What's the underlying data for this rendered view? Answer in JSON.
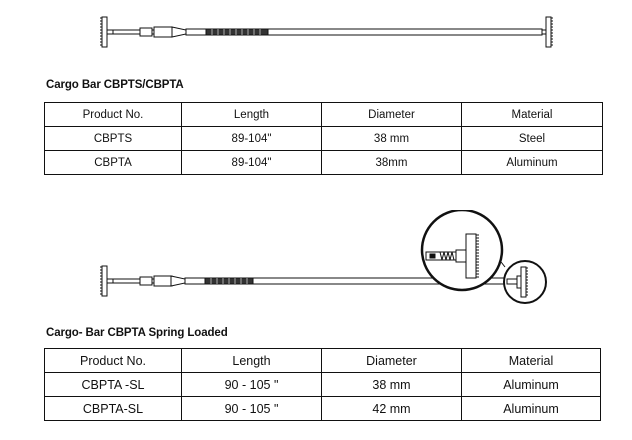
{
  "section1": {
    "title": "Cargo Bar  CBPTS/CBPTA",
    "headers": [
      "Product No.",
      "Length",
      "Diameter",
      "Material"
    ],
    "rows": [
      [
        "CBPTS",
        "89-104\"",
        "38 mm",
        "Steel"
      ],
      [
        "CBPTA",
        "89-104\"",
        "38mm",
        "Aluminum"
      ]
    ]
  },
  "section2": {
    "title": "Cargo- Bar CBPTA Spring Loaded",
    "headers": [
      "Product No.",
      "Length",
      "Diameter",
      "Material"
    ],
    "rows": [
      [
        "CBPTA -SL",
        "90 - 105 \"",
        "38 mm",
        "Aluminum"
      ],
      [
        "CBPTA-SL",
        "90 - 105 \"",
        "42 mm",
        "Aluminum"
      ]
    ]
  }
}
